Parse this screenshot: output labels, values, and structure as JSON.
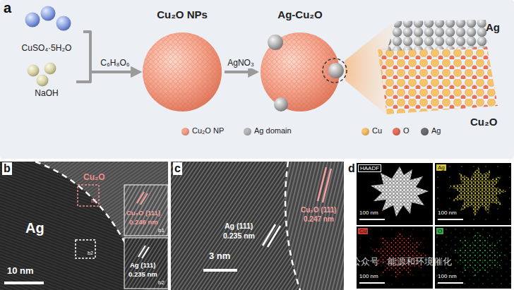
{
  "diagram": {
    "nodes": [
      {
        "text": [
          "CuSO₄·5H₂O"
        ]
      },
      {
        "text": [
          "NaOH"
        ]
      },
      {
        "text": [
          "Cu₂O NPs"
        ]
      },
      {
        "text": [
          "Ag-Cu₂O"
        ]
      },
      {
        "text": [
          "Ag",
          "Cu₂O"
        ]
      }
    ],
    "edges": [
      {
        "from": 0,
        "to": 2,
        "arrow": "to",
        "label": "C₆H₈O₆"
      },
      {
        "from": 1,
        "to": 2,
        "arrow": "to"
      },
      {
        "from": 2,
        "to": 3,
        "arrow": "to",
        "label": "AgNO₃"
      }
    ],
    "labels": [
      "a",
      "b",
      "Cu₂O",
      "b1",
      "Ag",
      "b2",
      "Cu₂O (111)",
      "0.246 nm",
      "b1",
      "Ag (111)",
      "0.235 nm",
      "b2",
      "10 nm",
      "c",
      "Ag (111)",
      "0.235 nm",
      "Cu₂O (111)",
      "0.247 nm",
      "3 nm",
      "d",
      "HAADF",
      "Ag",
      "Cu",
      "O",
      "100 nm",
      "100 nm",
      "100 nm",
      "100 nm",
      "公众号 · 能源和环境催化"
    ],
    "legend": [
      {
        "text": "Cu₂O NP",
        "color": "#f4a48c"
      },
      {
        "text": "Ag domain",
        "color": "#b8b8b8"
      },
      {
        "text": "Cu",
        "color": "#f6c36b"
      },
      {
        "text": "O",
        "color": "#e8705c"
      },
      {
        "text": "Ag",
        "color": "#6e6e6e"
      }
    ]
  }
}
